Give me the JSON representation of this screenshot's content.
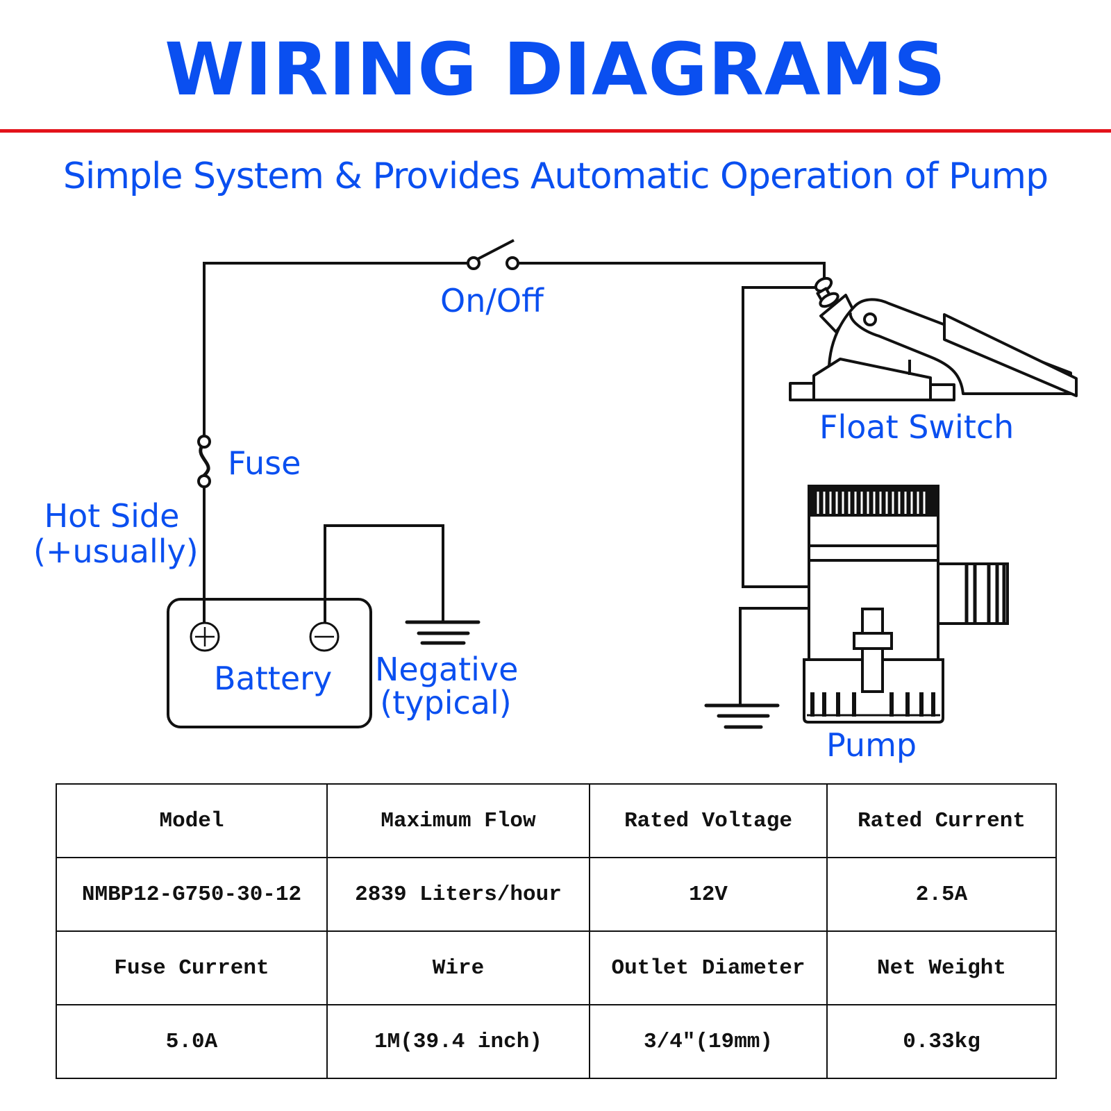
{
  "header": {
    "title": "WIRING DIAGRAMS",
    "subtitle": "Simple System & Provides Automatic Operation of Pump",
    "title_color": "#0a4ff0",
    "divider_color": "#e3131b"
  },
  "diagram": {
    "labels": {
      "switch": "On/Off",
      "float_switch": "Float Switch",
      "fuse": "Fuse",
      "hot_side_line1": "Hot Side",
      "hot_side_line2": "(+usually)",
      "battery": "Battery",
      "negative_line1": "Negative",
      "negative_line2": "(typical)",
      "pump": "Pump"
    },
    "symbols": [
      "on-off-switch-icon",
      "fuse-icon",
      "battery-icon",
      "ground-icon",
      "float-switch-icon",
      "bilge-pump-icon"
    ]
  },
  "spec_table": {
    "rows": [
      [
        "Model",
        "Maximum Flow",
        "Rated Voltage",
        "Rated Current"
      ],
      [
        "NMBP12-G750-30-12",
        "2839 Liters/hour",
        "12V",
        "2.5A"
      ],
      [
        "Fuse Current",
        "Wire",
        "Outlet Diameter",
        "Net Weight"
      ],
      [
        "5.0A",
        "1M(39.4 inch)",
        "3/4″(19mm)",
        "0.33kg"
      ]
    ]
  }
}
